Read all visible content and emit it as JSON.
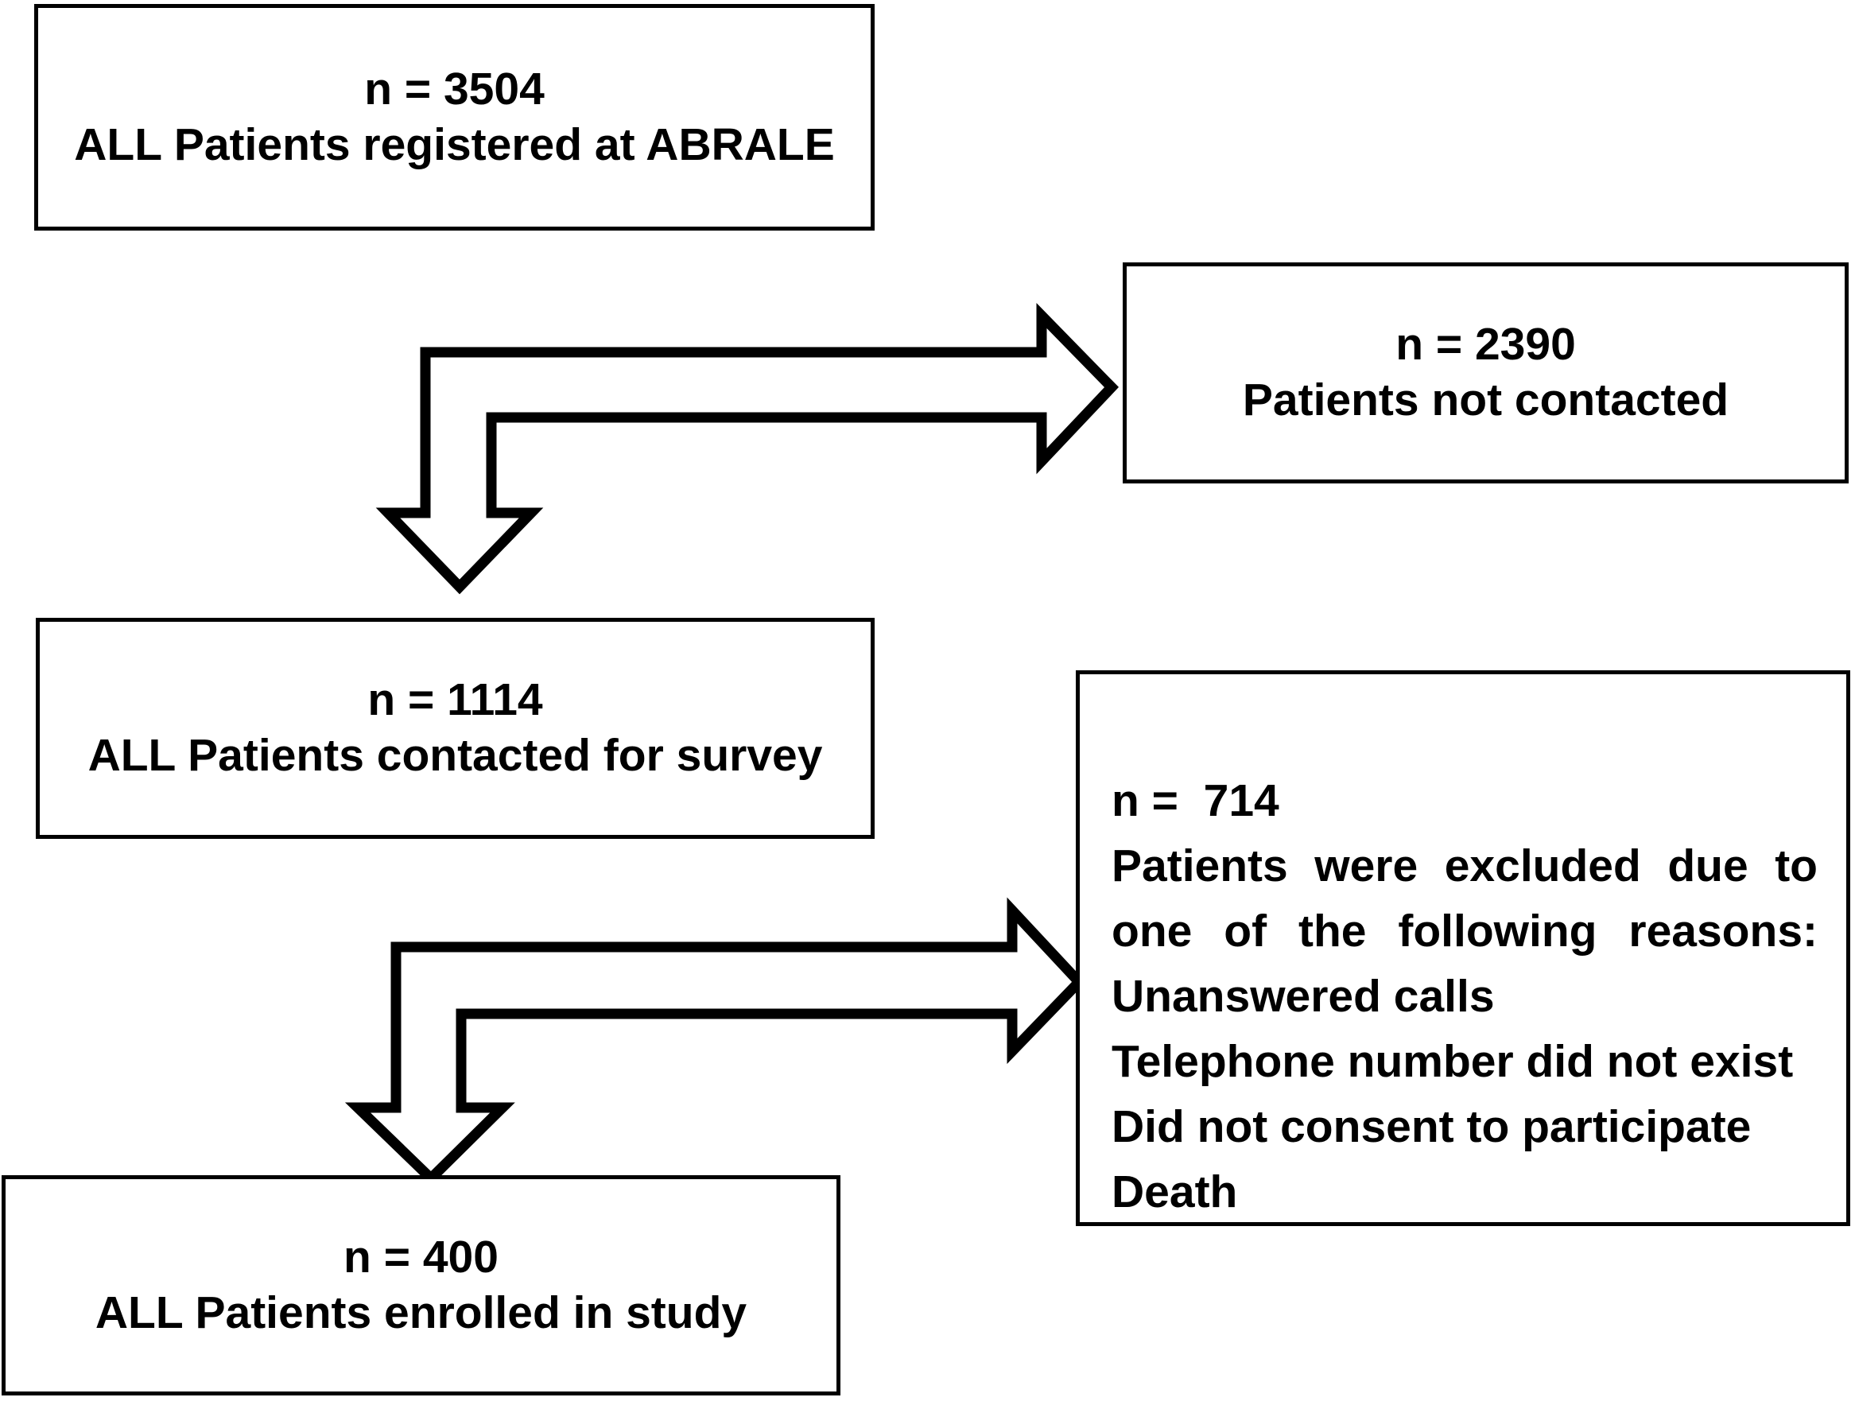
{
  "flow": {
    "registered": {
      "n": "n = 3504",
      "label": "ALL Patients registered at ABRALE"
    },
    "not_contacted": {
      "n": "n = 2390",
      "label": "Patients not contacted"
    },
    "contacted": {
      "n": "n = 1114",
      "label": "ALL Patients contacted for survey"
    },
    "excluded": {
      "n": "n =  714",
      "reason_intro_line1": "Patients were excluded due to",
      "reason_intro_line2": "one of the following reasons:",
      "reasons": [
        "Unanswered calls",
        "Telephone number did not exist",
        "Did not consent to participate",
        "Death"
      ]
    },
    "enrolled": {
      "n": "n = 400",
      "label": "ALL Patients enrolled in study"
    }
  },
  "colors": {
    "line": "#000000",
    "background": "#ffffff"
  }
}
